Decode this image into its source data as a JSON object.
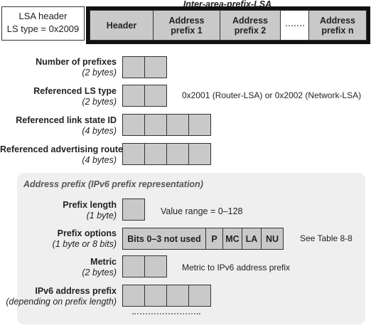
{
  "lsa_title": "Inter-area-prefix-LSA",
  "lsa_header_box": {
    "line1": "LSA header",
    "line2": "LS type = 0x2009"
  },
  "header_cells": {
    "header": "Header",
    "prefix1": [
      "Address",
      "prefix 1"
    ],
    "prefix2": [
      "Address",
      "prefix 2"
    ],
    "prefixn": [
      "Address",
      "prefix n"
    ]
  },
  "fields": [
    {
      "label": "Number of prefixes",
      "size": "(2 bytes)"
    },
    {
      "label": "Referenced LS type",
      "size": "(2 bytes)",
      "note": "0x2001 (Router-LSA) or 0x2002 (Network-LSA)"
    },
    {
      "label": "Referenced link state ID",
      "size": "(4 bytes)"
    },
    {
      "label": "Referenced advertising router",
      "size": "(4 bytes)"
    }
  ],
  "address_prefix": {
    "title": "Address prefix (IPv6 prefix representation)",
    "fields": [
      {
        "label": "Prefix length",
        "size": "(1 byte)",
        "note": "Value range = 0–128"
      },
      {
        "label": "Prefix options",
        "size": "(1 byte or 8 bits)",
        "note": "See Table 8-8"
      },
      {
        "label": "Metric",
        "size": "(2 bytes)",
        "note": "Metric to IPv6 address prefix"
      },
      {
        "label": "IPv6 address prefix",
        "size": "(depending on prefix length)"
      }
    ],
    "options": {
      "bits": "Bits 0–3 not used",
      "p": "P",
      "mc": "MC",
      "la": "LA",
      "nu": "NU"
    }
  },
  "colors": {
    "cell_fill": "#c9c9c9",
    "panel_fill": "#efefef",
    "outline": "#333333"
  }
}
